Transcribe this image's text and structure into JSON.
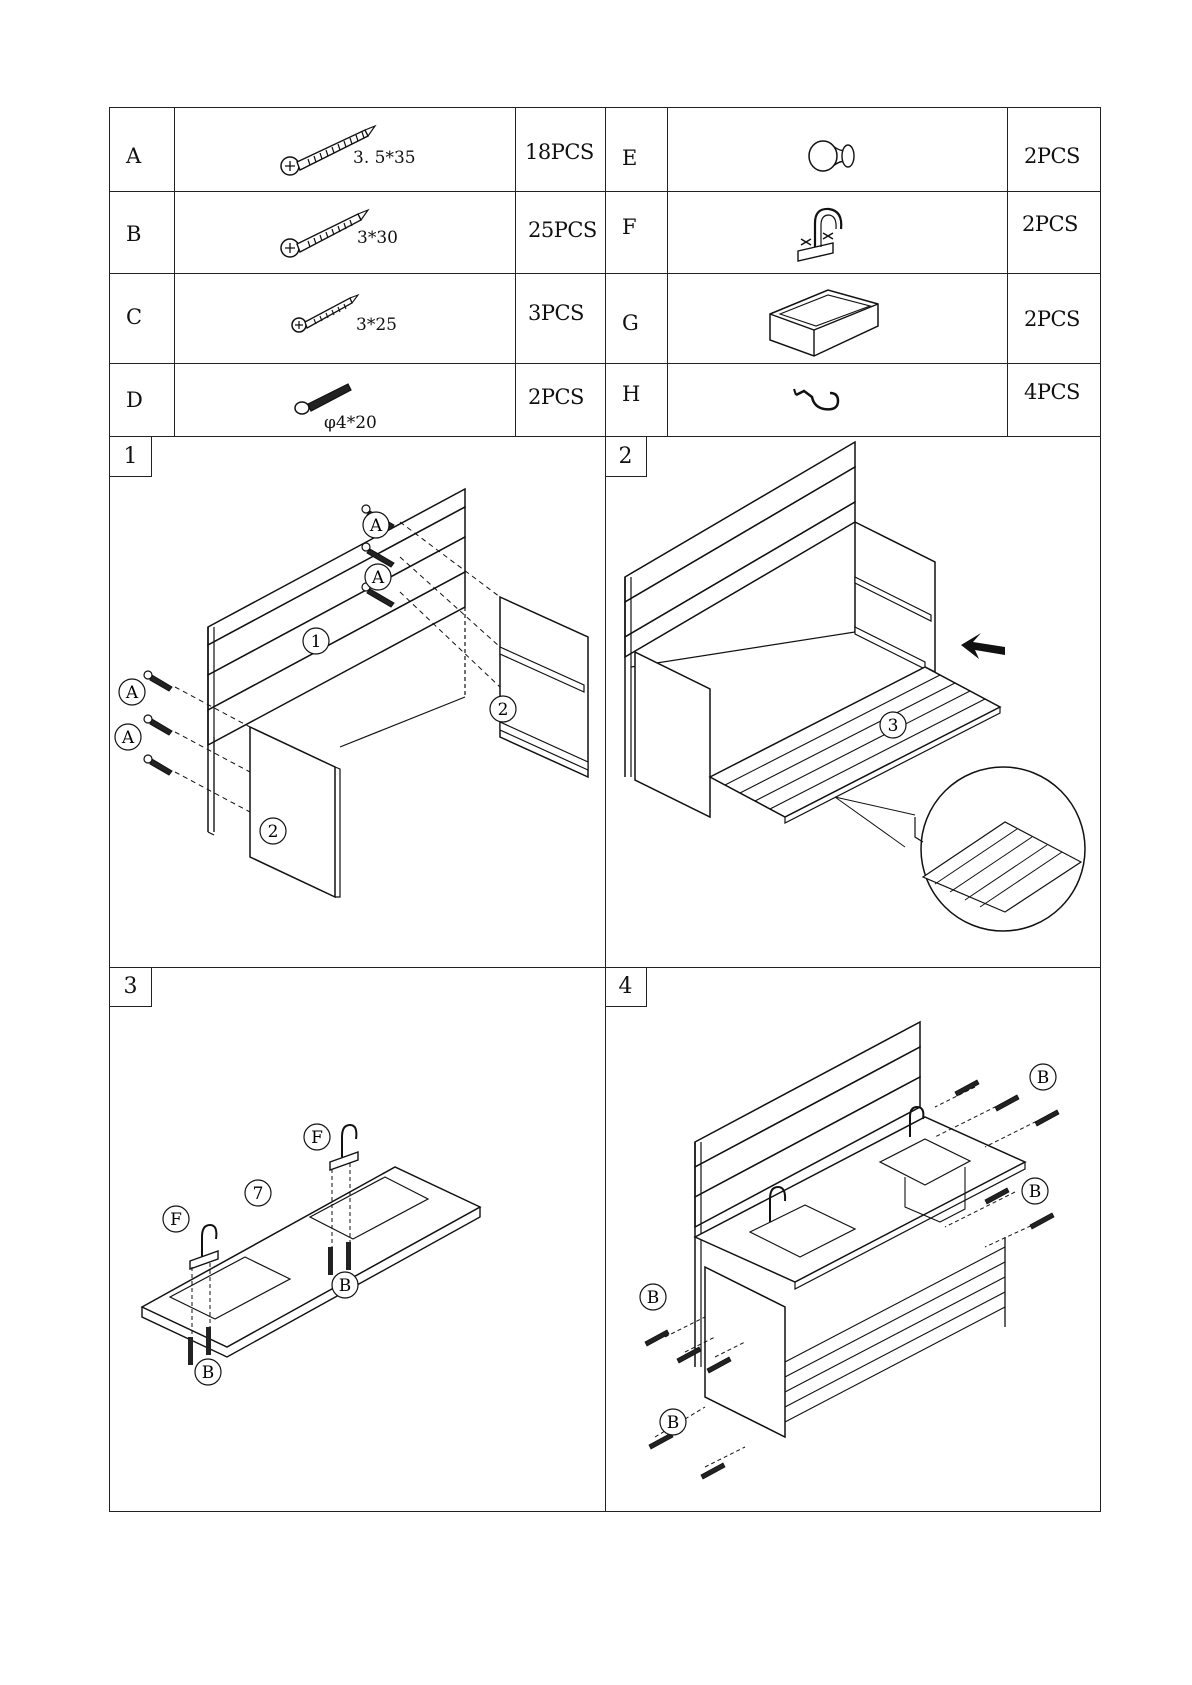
{
  "parts": [
    {
      "letter": "A",
      "size": "3. 5*35",
      "qty": "18PCS",
      "icon": "screw-icon"
    },
    {
      "letter": "B",
      "size": "3*30",
      "qty": "25PCS",
      "icon": "screw-icon"
    },
    {
      "letter": "C",
      "size": "3*25",
      "qty": "3PCS",
      "icon": "screw-icon"
    },
    {
      "letter": "D",
      "size": "φ4*20",
      "qty": "2PCS",
      "icon": "bolt-icon"
    },
    {
      "letter": "E",
      "size": "",
      "qty": "2PCS",
      "icon": "knob-icon"
    },
    {
      "letter": "F",
      "size": "",
      "qty": "2PCS",
      "icon": "faucet-icon"
    },
    {
      "letter": "G",
      "size": "",
      "qty": "2PCS",
      "icon": "sink-basin-icon"
    },
    {
      "letter": "H",
      "size": "",
      "qty": "4PCS",
      "icon": "hook-icon"
    }
  ],
  "steps": [
    {
      "number": "1",
      "callouts": {
        "screw": "A",
        "board_back": "1",
        "board_side": "2"
      }
    },
    {
      "number": "2",
      "callouts": {
        "shelf": "3"
      }
    },
    {
      "number": "3",
      "callouts": {
        "faucet": "F",
        "screw": "B",
        "countertop": "7"
      }
    },
    {
      "number": "4",
      "callouts": {
        "screw": "B"
      }
    }
  ]
}
